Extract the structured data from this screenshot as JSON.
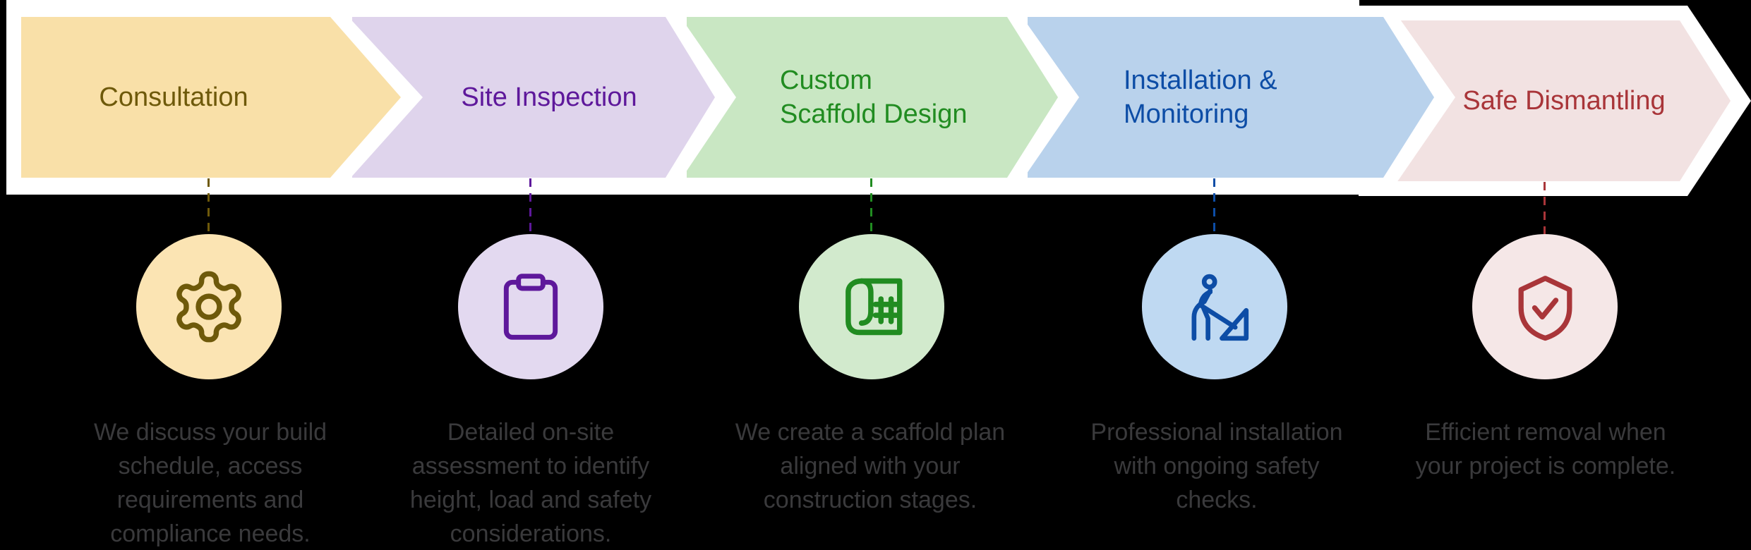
{
  "page": {
    "background": "#000000",
    "band_white": "#ffffff",
    "description_text_color": "#3a3a3c"
  },
  "steps": [
    {
      "label_lines": [
        "Consultation"
      ],
      "description_lines": [
        "We discuss your build",
        "schedule, access",
        "requirements and",
        "compliance needs."
      ],
      "icon": "gear-icon",
      "colors": {
        "chevron_fill": "#f9e0a8",
        "accent": "#6e590a",
        "circle_fill": "#fbe4b3"
      }
    },
    {
      "label_lines": [
        "Site Inspection"
      ],
      "description_lines": [
        "Detailed on-site",
        "assessment to identify",
        "height, load and safety",
        "considerations."
      ],
      "icon": "clipboard-icon",
      "colors": {
        "chevron_fill": "#dfd4ec",
        "accent": "#5e189b",
        "circle_fill": "#e3d9f0"
      }
    },
    {
      "label_lines": [
        "Custom",
        "Scaffold Design"
      ],
      "description_lines": [
        "We create a scaffold plan",
        "aligned with your",
        "construction stages."
      ],
      "icon": "blueprint-icon",
      "colors": {
        "chevron_fill": "#c9e7c3",
        "accent": "#218c21",
        "circle_fill": "#d2eacd"
      }
    },
    {
      "label_lines": [
        "Installation &",
        "Monitoring"
      ],
      "description_lines": [
        "Professional installation",
        "with ongoing safety",
        "checks."
      ],
      "icon": "construction-worker-icon",
      "colors": {
        "chevron_fill": "#b9d2ec",
        "accent": "#0d4da6",
        "circle_fill": "#bfd9f2"
      }
    },
    {
      "label_lines": [
        "Safe Dismantling"
      ],
      "description_lines": [
        "Efficient removal when",
        "your project is complete."
      ],
      "icon": "shield-check-icon",
      "colors": {
        "chevron_fill": "#f2e2e2",
        "accent": "#a93539",
        "circle_fill": "#f5e7e7"
      }
    }
  ]
}
